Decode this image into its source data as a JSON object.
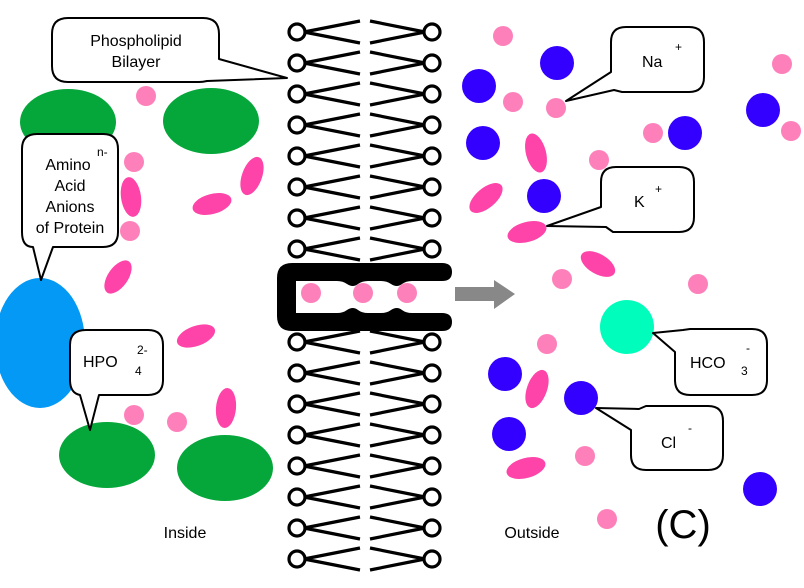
{
  "figure": {
    "panel_label": "(C)",
    "region_labels": {
      "inside": "Inside",
      "outside": "Outside"
    },
    "colors": {
      "protein": "#05a63a",
      "protein_blue": "#0499f5",
      "small_cation": "#fe80bb",
      "elongated_ion": "#fe44a8",
      "chloride": "#3300ff",
      "bicarbonate": "#00fdbc",
      "arrow": "#888888",
      "membrane": "#000000"
    },
    "callouts": {
      "phospholipid": {
        "line1": "Phospholipid",
        "line2": "Bilayer"
      },
      "amino": {
        "line1": "Amino",
        "sup": "n-",
        "line2": "Acid",
        "line3": "Anions",
        "line4": "of Protein"
      },
      "hpo": {
        "main": "HPO",
        "sub": "4",
        "sup": "2-"
      },
      "na": {
        "main": "Na",
        "sup": "+"
      },
      "k": {
        "main": "K",
        "sup": "+"
      },
      "hco": {
        "main": "HCO",
        "sub": "3",
        "sup": "-"
      },
      "cl": {
        "main": "Cl",
        "sup": "-"
      }
    },
    "channel": {
      "transported_particles": 3,
      "direction": "outward"
    },
    "bilayer": {
      "rows_above_channel": 8,
      "rows_below_channel": 8
    }
  }
}
